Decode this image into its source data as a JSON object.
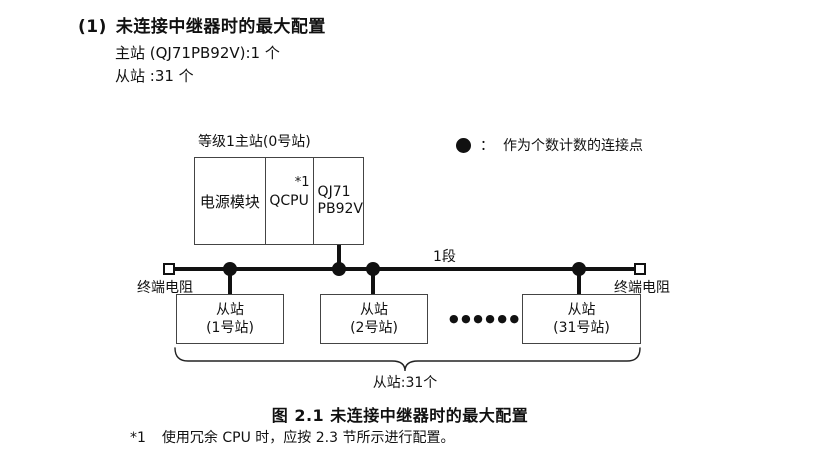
{
  "header": {
    "number": "(1)",
    "title": "未连接中继器时的最大配置",
    "master_line": "主站 (QJ71PB92V):1 个",
    "slave_line": "从站 :31 个"
  },
  "diagram": {
    "master": {
      "label": "等级1主站(0号站)",
      "cell_power": "电源模块",
      "cell_cpu": "QCPU",
      "cell_cpu_note": "*1",
      "cell_pb_line1": "QJ71",
      "cell_pb_line2": "PB92V"
    },
    "legend": {
      "separator": "：",
      "text": "作为个数计数的连接点"
    },
    "segment_label": "1段",
    "terminator_left": "终端电阻",
    "terminator_right": "终端电阻",
    "slaves": [
      {
        "name": "从站",
        "station": "(1号站)"
      },
      {
        "name": "从站",
        "station": "(2号站)"
      },
      {
        "name": "从站",
        "station": "(31号站)"
      }
    ],
    "ellipsis": "●●●●●●",
    "brace_label": "从站:31个"
  },
  "caption": "图 2.1 未连接中继器时的最大配置",
  "footnote": {
    "marker": "*1",
    "text": "使用冗余 CPU 时，应按 2.3 节所示进行配置。"
  }
}
